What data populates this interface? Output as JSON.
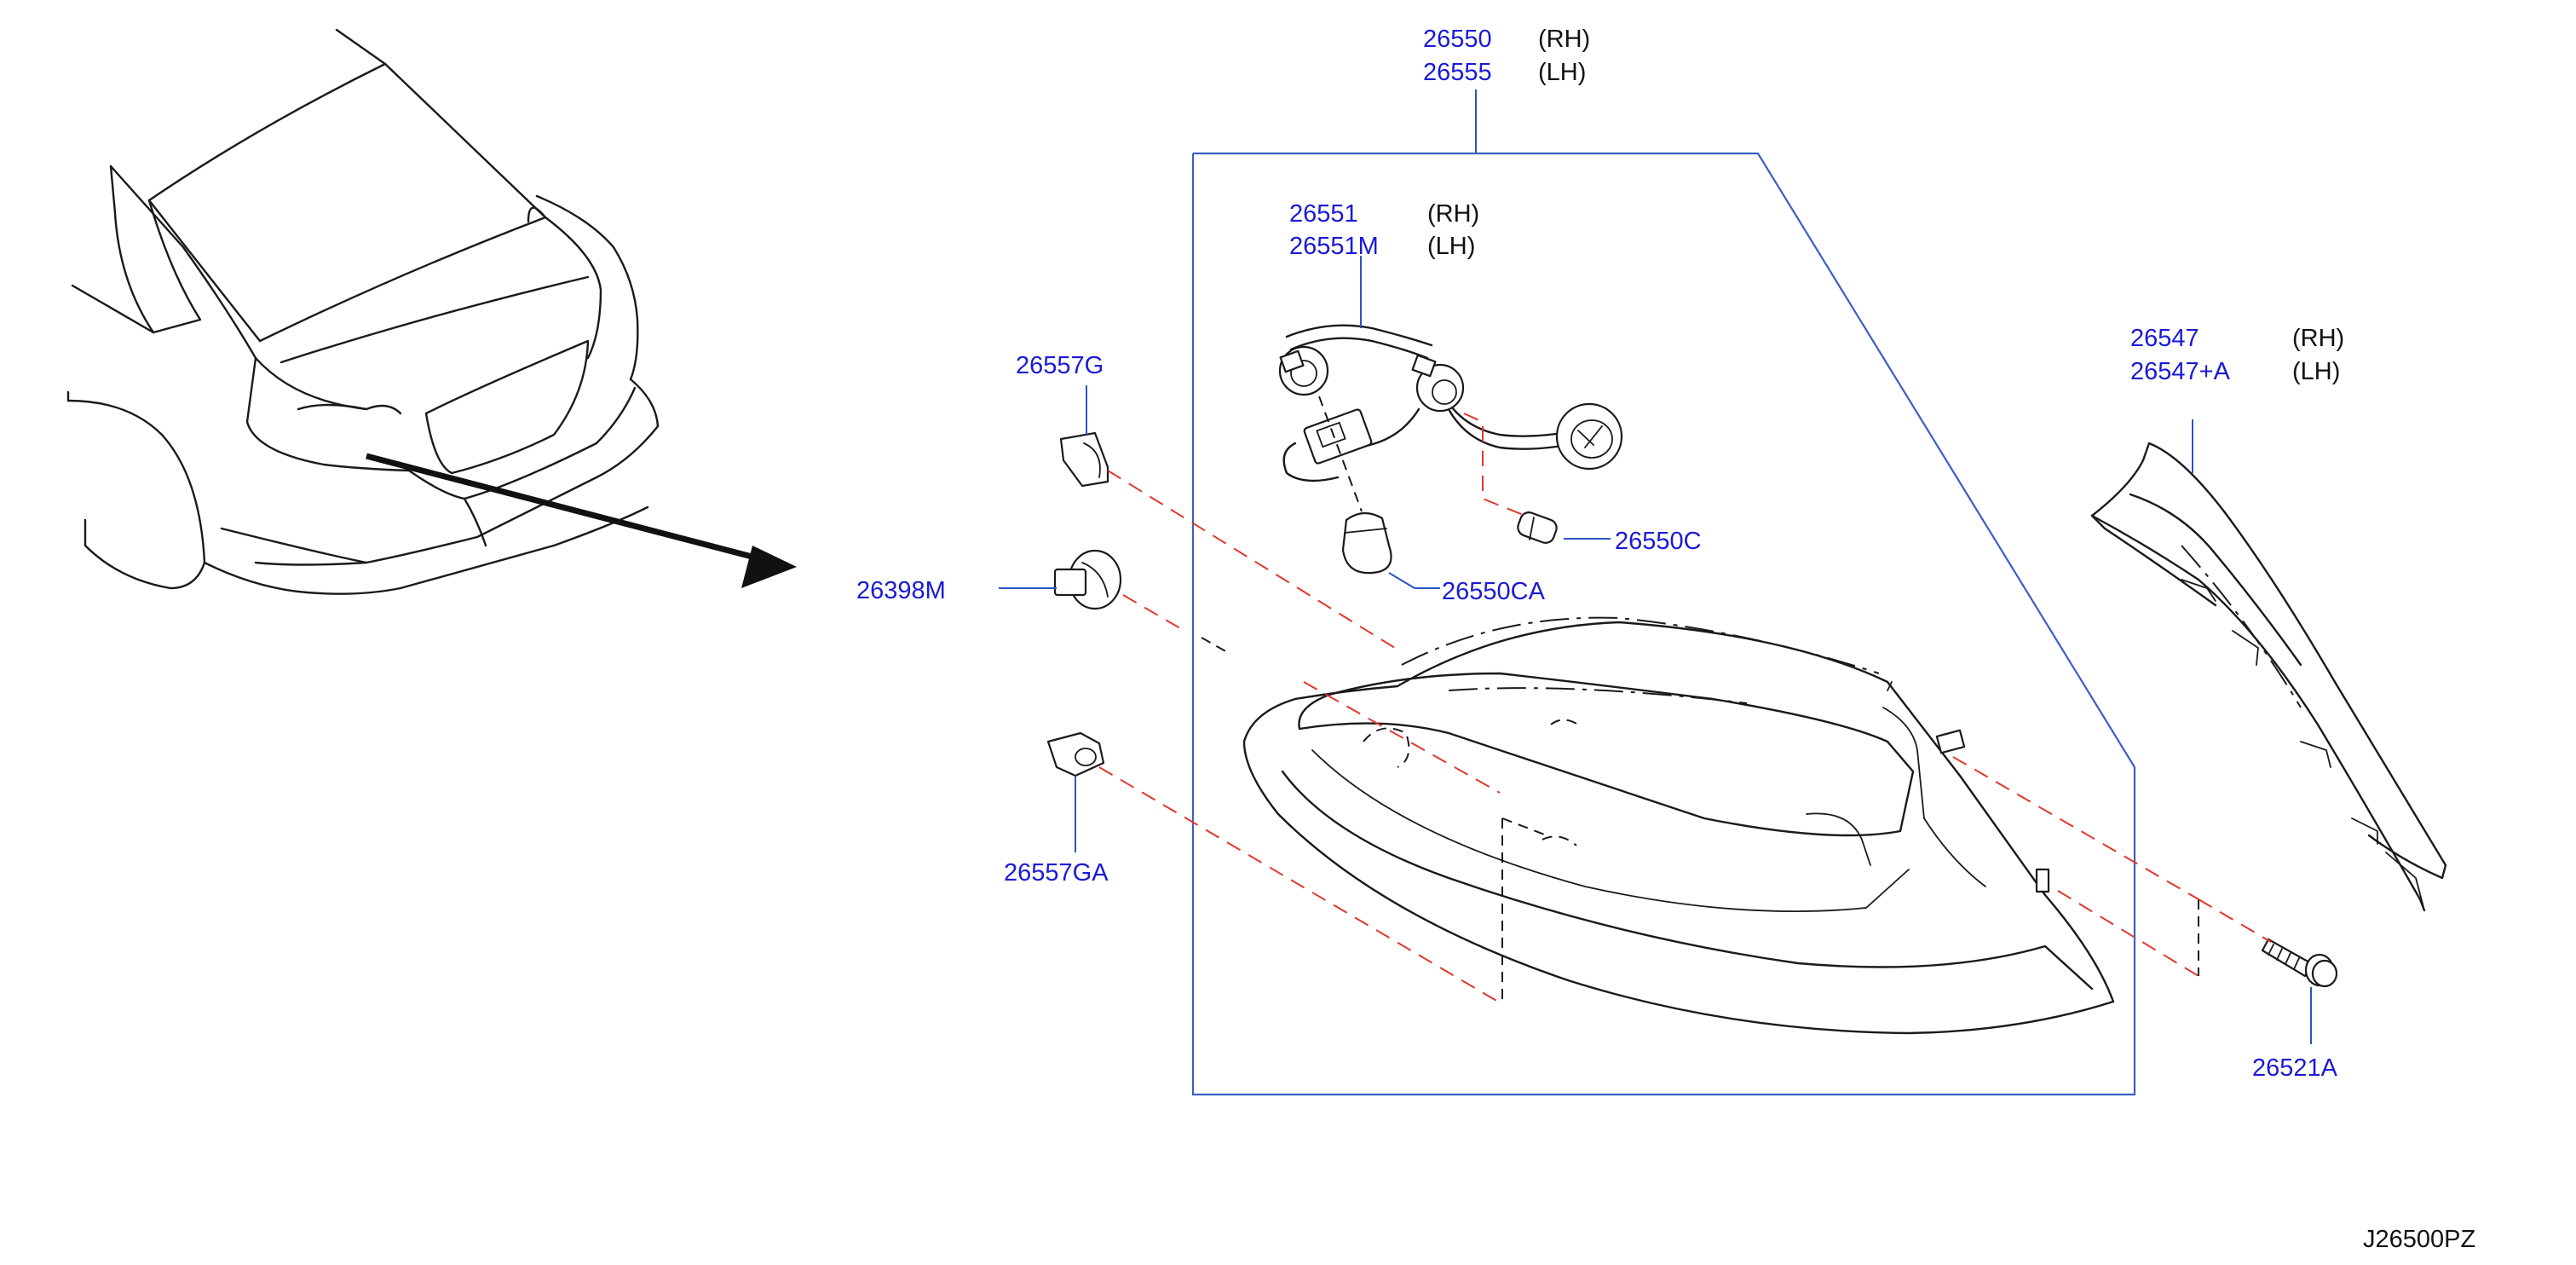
{
  "diagram_code": "J26500PZ",
  "labels": {
    "lamp_assembly": {
      "part_rh": "26550",
      "part_lh": "26555",
      "side_rh": "(RH)",
      "side_lh": "(LH)"
    },
    "harness": {
      "part_rh": "26551",
      "part_lh": "26551M",
      "side_rh": "(RH)",
      "side_lh": "(LH)"
    },
    "finisher": {
      "part_rh": "26547",
      "part_lh": "26547+A",
      "side_rh": "(RH)",
      "side_lh": "(LH)"
    },
    "grommet_upper": "26557G",
    "grommet_middle": "26398M",
    "grommet_lower": "26557GA",
    "bulb_stop": "26550CA",
    "bulb_small": "26550C",
    "bolt": "26521A"
  },
  "colors": {
    "label": "#1a1ad6",
    "leader": "#2a55c8",
    "dashed_guide": "#e2362c",
    "line_art": "#1a1a1a"
  }
}
